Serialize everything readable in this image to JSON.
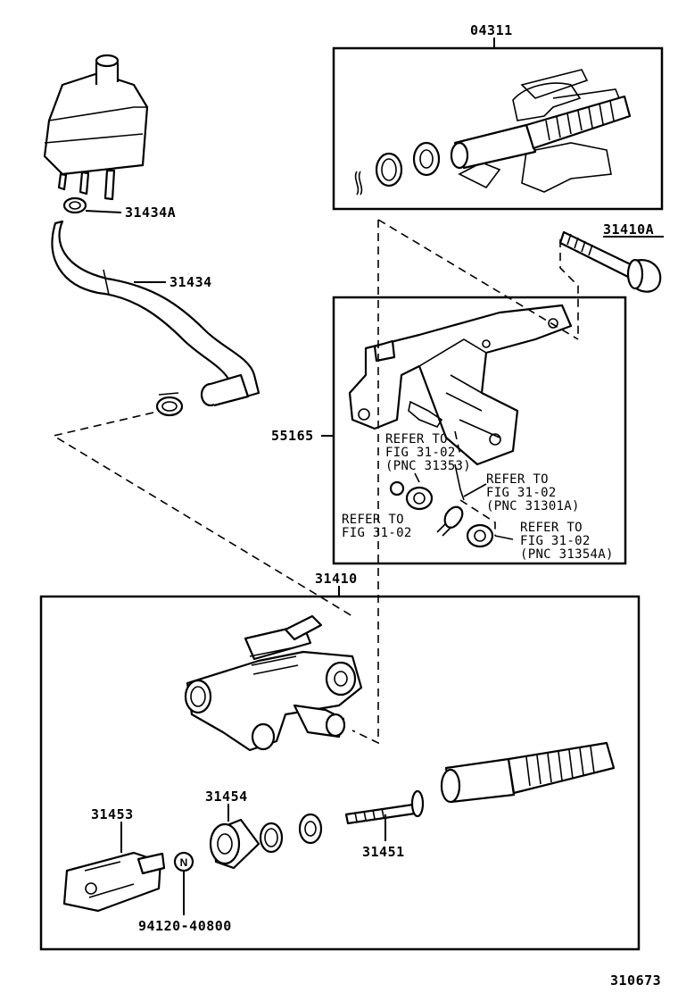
{
  "labels": {
    "p04311": "04311",
    "p31434A": "31434A",
    "p31434": "31434",
    "p31410A": "31410A",
    "p55165": "55165",
    "p31410": "31410",
    "p31453": "31453",
    "p31454": "31454",
    "p31451": "31451",
    "p94120": "94120-40800",
    "n_symbol": "N",
    "figure_id": "310673"
  },
  "notes": {
    "r31353_l1": "REFER TO",
    "r31353_l2": "FIG 31-02",
    "r31353_l3": "(PNC 31353)",
    "r31301A_l1": "REFER TO",
    "r31301A_l2": "FIG 31-02",
    "r31301A_l3": "(PNC 31301A)",
    "rfig_l1": "REFER TO",
    "rfig_l2": "FIG 31-02",
    "r31354A_l1": "REFER TO",
    "r31354A_l2": "FIG 31-02",
    "r31354A_l3": "(PNC 31354A)"
  }
}
